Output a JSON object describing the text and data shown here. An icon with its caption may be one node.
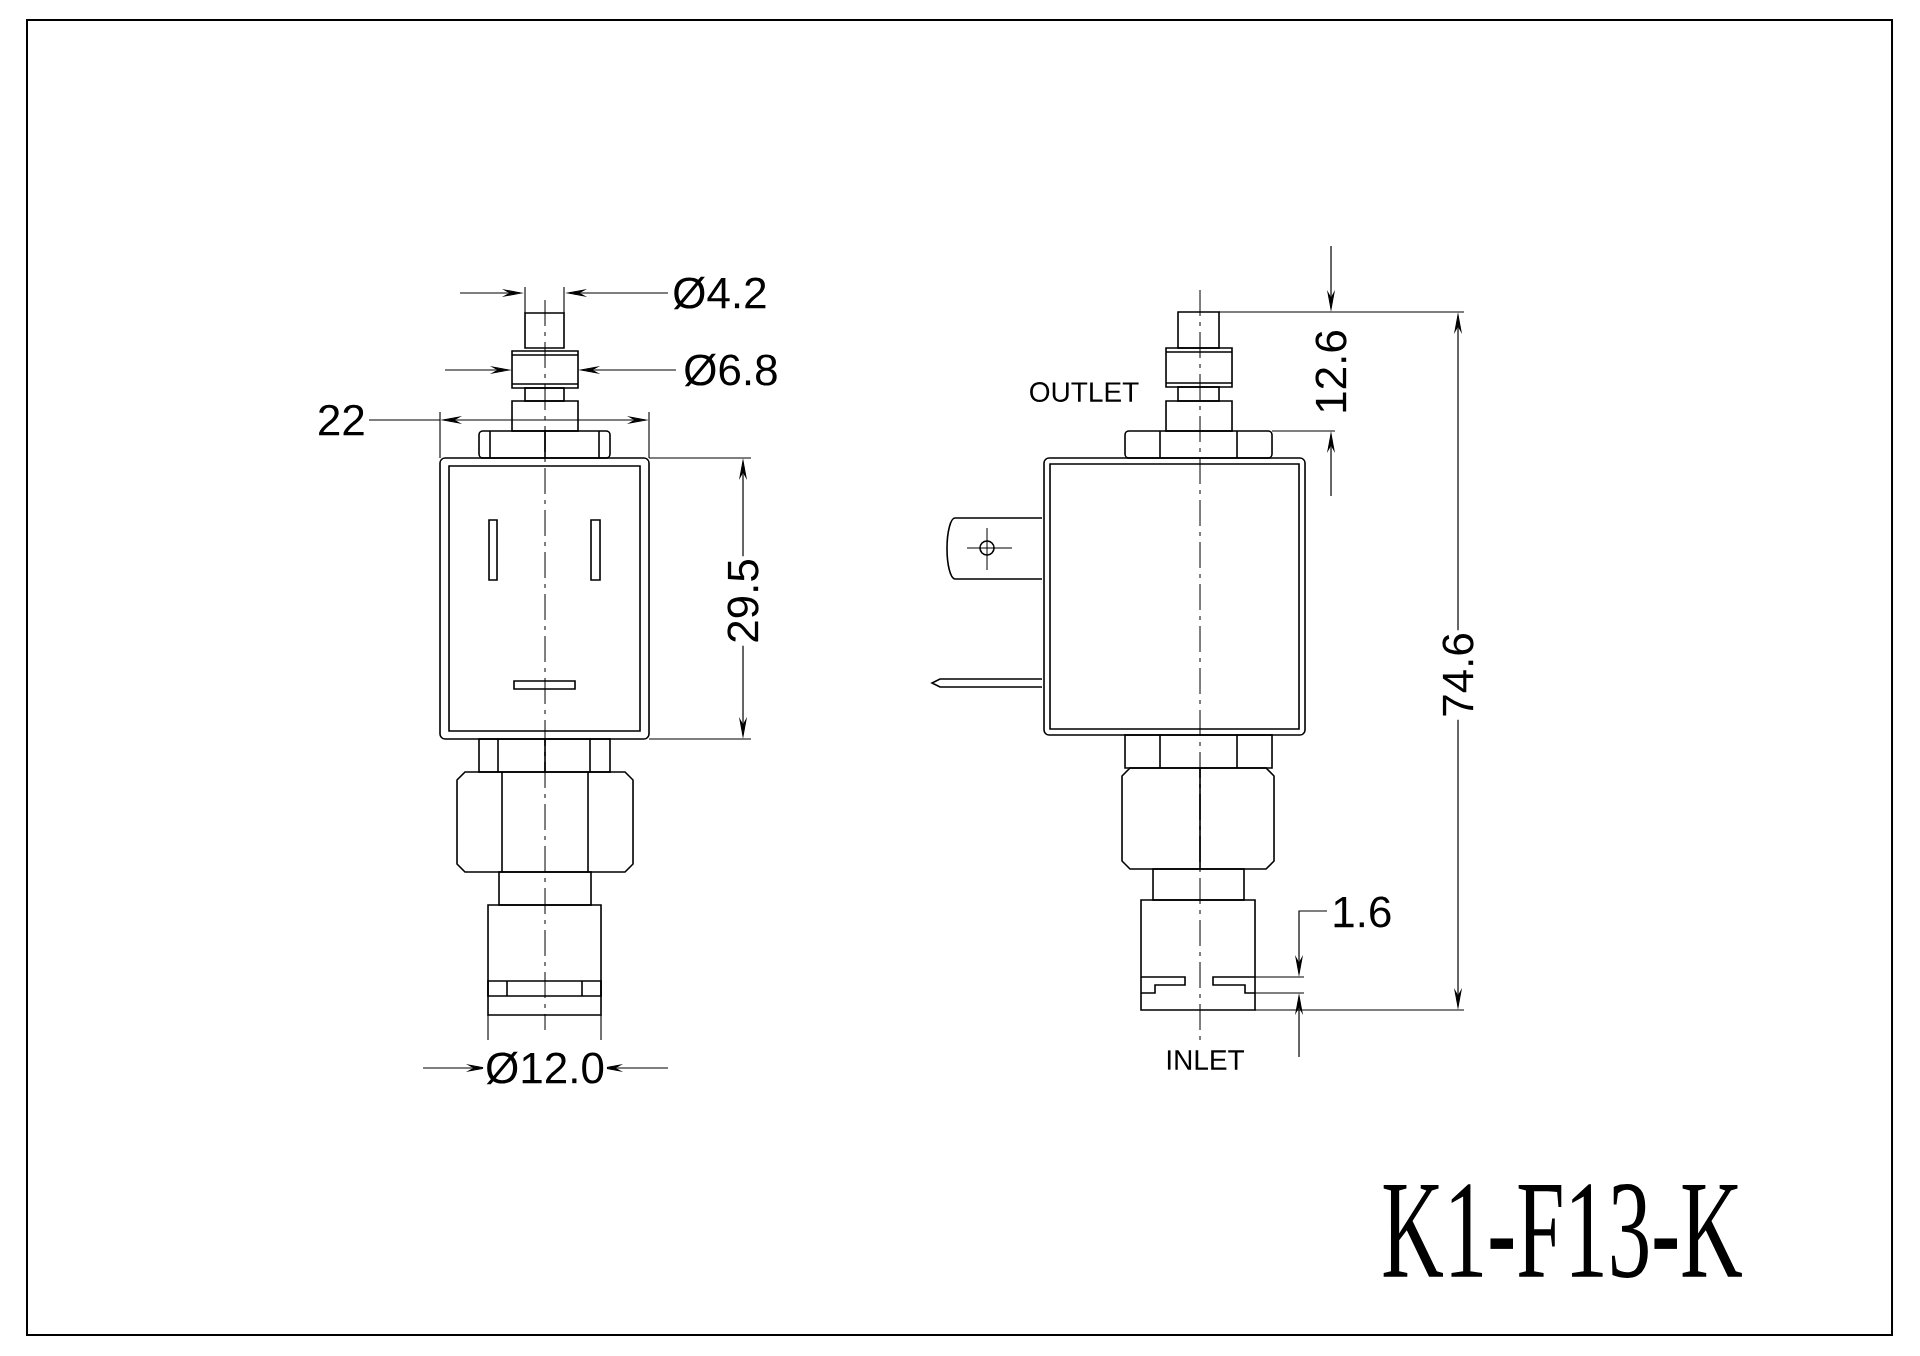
{
  "diagram": {
    "title": "K1-F13-K",
    "labels": [
      "Ø4.2",
      "Ø6.8",
      "22",
      "29.5",
      "OUTLET",
      "12.6",
      "74.6",
      "1.6",
      "INLET",
      "Ø12.0"
    ]
  }
}
